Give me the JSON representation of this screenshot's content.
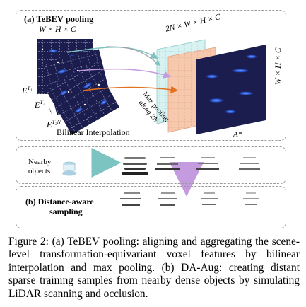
{
  "panel_a": {
    "title": "(a) TeBEV pooling",
    "input_dims": "W × H × C",
    "stack_dims": "2N × W × H × C",
    "output_dims_side": "W × H × C",
    "features": [
      "E",
      "E",
      "E"
    ],
    "feature_subs": [
      "T₁",
      "T₂",
      "T₂N"
    ],
    "bilinear": "Bilinear Interpolation",
    "maxpool_line1": "Max pooling",
    "maxpool_line2": "along 2N",
    "output": "A*"
  },
  "panel_b": {
    "nearby": "Nearby",
    "objects": "objects",
    "title_line1": "(b) Distance-aware",
    "title_line2": "sampling"
  },
  "caption": "Figure 2: (a) TeBEV pooling: aligning and aggregating the scene-level transformation-equivariant voxel features by bilinear interpolation and max pooling. (b) DA-Aug: creating distant sparse training samples from nearby dense objects by simulating LiDAR scanning and occlusion.",
  "colors": {
    "feature_map": "#1b1d4e",
    "grid_cyan": "#d7f2f1",
    "grid_orange": "#f6c9ae",
    "arrow_orange": "#e2701e",
    "arrow_teal": "#7cc4c1",
    "arrow_purple": "#c59be0"
  }
}
